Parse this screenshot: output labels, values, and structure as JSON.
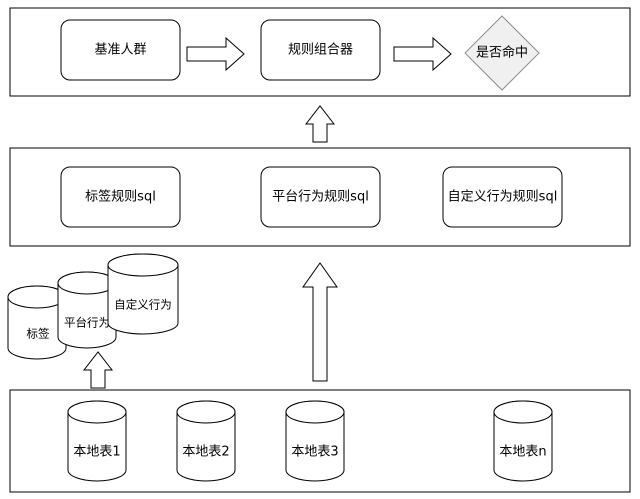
{
  "diagram": {
    "top_row": {
      "base_group": "基准人群",
      "rule_combiner": "规则组合器",
      "hit_decision": "是否命中"
    },
    "middle_row": {
      "tag_rule_sql": "标签规则sql",
      "platform_behavior_rule_sql": "平台行为规则sql",
      "custom_behavior_rule_sql": "自定义行为规则sql"
    },
    "source_stores": {
      "tag": "标签",
      "platform_behavior": "平台行为",
      "custom_behavior": "自定义行为"
    },
    "local_tables": [
      "本地表1",
      "本地表2",
      "本地表3",
      "本地表n"
    ]
  }
}
